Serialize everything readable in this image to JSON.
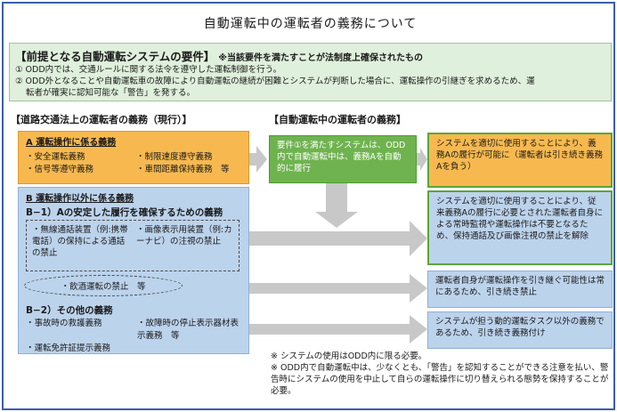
{
  "title": "自動運転中の運転者の義務について",
  "premise": {
    "heading": "【前提となる自動運転システムの要件】",
    "note": "※当該要件を満たすことが法制度上確保されたもの",
    "item1": "① ODD内では、交通ルールに関する法令を遵守した運転制御を行う。",
    "item2a": "② ODD外となることや自動運転車の故障により自動運転の継続が困難とシステムが判断した場合に、運転操作の引継ぎを求めるため、運",
    "item2b": "転者が確実に認知可能な「警告」を発する。"
  },
  "left_title": "【道路交通法上の運転者の義務（現行）】",
  "right_title": "【自動運転中の運転者の義務】",
  "section_a": {
    "title": "A  運転操作に係る義務",
    "items": [
      "・安全運転義務",
      "・制限速度遵守義務",
      "・信号等遵守義務",
      "・車間距離保持義務　等"
    ]
  },
  "section_b": {
    "title": "B  運転操作以外に係る義務",
    "b1_title": "B−1）Aの安定した履行を確保するための義務",
    "b1_left": "・無線通話装置（例:携帯電話）の保持による通話の禁止",
    "b1_right": "・画像表示用装置（例:カーナビ）の注視の禁止",
    "b1_oval": "・飲酒運転の禁止　等",
    "b2_title": "B−2）その他の義務",
    "b2_items": [
      "・事故時の救護義務",
      "・故障時の停止表示器材表示義務　等",
      "・運転免許証提示義務",
      ""
    ]
  },
  "middle_box": "要件①を満たすシステムは、ODD内で自動運転中は、義務Aを自動的に履行",
  "right_boxes": [
    "システムを適切に使用することにより、義務Aの履行が可能に（運転者は引き続き義務Aを負う）",
    "システムを適切に使用することにより、従来義務Aの履行に必要とされた運転者自身による常時監視や運転操作は不要となるため、保持通話及び画像注視の禁止を解除",
    "運転者自身が運転操作を引き継ぐ可能性は常にあるため、引き続き禁止",
    "システムが担う動的運転タスク以外の義務であるため、引き続き義務付け"
  ],
  "footnotes": [
    "※ システムの使用はODD内に限る必要。",
    "※ ODD内で自動運転中は、少なくとも、「警告」を認知することができる注意を払い、警告時にシステムの使用を中止して自らの運転操作に切り替えられる態勢を保持することが必要。"
  ],
  "colors": {
    "frame": "#3b5ea8",
    "premise_bg": "#dff0dc",
    "orange": "#f7b94f",
    "blue": "#bcd3ec",
    "green": "#6fb34f",
    "arrow": "#c8c8c8"
  }
}
